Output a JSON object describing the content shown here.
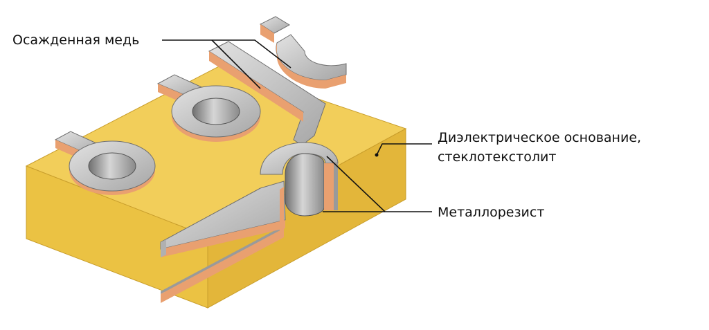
{
  "labels": {
    "deposited_copper": "Осажденная медь",
    "dielectric_line1": "Диэлектрическое основание,",
    "dielectric_line2": "стеклотекстолит",
    "metal_resist": "Металлорезист"
  },
  "colors": {
    "dielectric_top": "#F2CE5A",
    "dielectric_side": "#EBC243",
    "dielectric_edge": "#D9AE33",
    "copper": "#E9A070",
    "copper_dark": "#D98558",
    "resist_light": "#D8D8D8",
    "resist_mid": "#B4B4B4",
    "resist_dark": "#7E7E7E",
    "leader": "#111111"
  }
}
